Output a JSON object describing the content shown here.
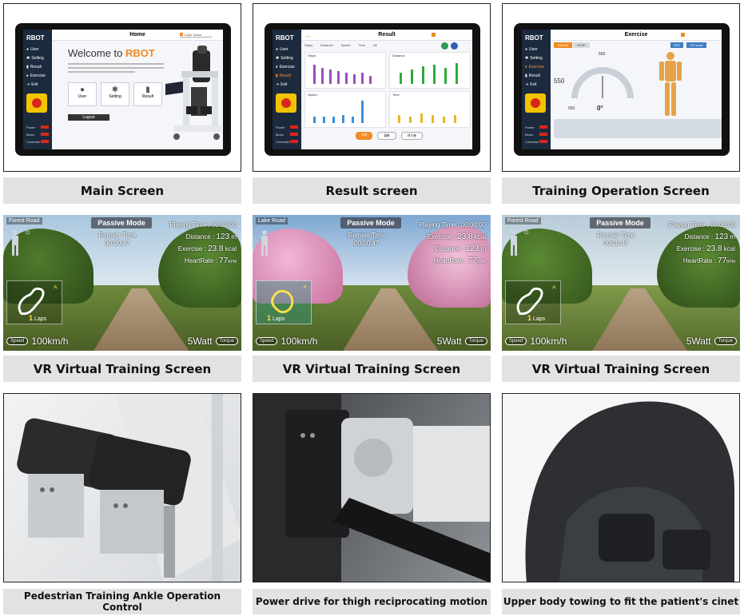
{
  "captions": {
    "main": "Main Screen",
    "result": "Result screen",
    "training": "Training Operation Screen",
    "vr1": "VR Virtual Training Screen",
    "vr2": "VR Virtual Training Screen",
    "vr3": "VR Virtual Training Screen",
    "ankle": "Pedestrian Training Ankle Operation Control",
    "thigh": "Power drive for thigh reciprocating motion",
    "upper": "Upper body towing to fit the patient's cinet"
  },
  "sidebar": {
    "brand": "RBOT",
    "items": [
      "User",
      "Setting",
      "Result",
      "Exercise",
      "Exit"
    ],
    "emergency": "EMERGENCY",
    "stats": [
      "Power",
      "Motor",
      "Controller"
    ]
  },
  "main_screen": {
    "title": "Home",
    "user": "Enter Name",
    "welcome": "Welcome to ",
    "welcome_brand": "RBOT",
    "tiles": [
      "User",
      "Setting",
      "Result"
    ],
    "logout": "Logout"
  },
  "result_screen": {
    "title": "Result",
    "filters": [
      "Steps",
      "Distance",
      "Speed",
      "Time",
      "All"
    ],
    "panels": [
      "Steps",
      "Distance",
      "Speed",
      "Time"
    ],
    "buttons": [
      "일별",
      "월별",
      "연도별"
    ]
  },
  "exercise_screen": {
    "title": "Exercise",
    "pause": "PAUSE",
    "stop": "STOP",
    "fes": "FES",
    "vr_mode": "VR mode",
    "gauge_top": "550",
    "gauge_left": "550",
    "gauge_bottom": "550",
    "gauge_val": "0",
    "gauge_unit": "°"
  },
  "vr": [
    {
      "location": "Forest Road",
      "mode": "Passive Mode",
      "remain_label": "Remain Time",
      "remain": "00:00:47",
      "playing_label": "Playing Time :",
      "playing": "00:00:00",
      "distance_label": "Distance :",
      "distance": "123",
      "distance_unit": "m",
      "exercise_label": "Exercise :",
      "exercise": "23.8",
      "exercise_unit": "kcal",
      "hr_label": "HeartRate :",
      "hr": "77",
      "hr_unit": "BPM",
      "laps": "1",
      "laps_label": "Laps",
      "speed_label": "Speed",
      "speed": "100km/h",
      "torque": "5Watt",
      "torque_label": "Torque",
      "marker": "A"
    },
    {
      "location": "Lake Road",
      "mode": "Passive Mode",
      "remain_label": "Remain Time",
      "remain": "00:00:47",
      "playing_label": "Playing Time :",
      "playing": "00:00:00",
      "distance_label": "Distance :",
      "distance": "123",
      "distance_unit": "m",
      "exercise_label": "Exercise :",
      "exercise": "23.8",
      "exercise_unit": "kcal",
      "hr_label": "HeartRate :",
      "hr": "77",
      "hr_unit": "BPM",
      "laps": "1",
      "laps_label": "Laps",
      "speed_label": "Speed",
      "speed": "100km/h",
      "torque": "5Watt",
      "torque_label": "Torque",
      "marker": "A"
    },
    {
      "location": "Forest Road",
      "mode": "Passive Mode",
      "remain_label": "Remain Time",
      "remain": "00:00:47",
      "playing_label": "Playing Time :",
      "playing": "00:00:00",
      "distance_label": "Distance :",
      "distance": "123",
      "distance_unit": "m",
      "exercise_label": "Exercise :",
      "exercise": "23.8",
      "exercise_unit": "kcal",
      "hr_label": "HeartRate :",
      "hr": "77",
      "hr_unit": "BPM",
      "laps": "1",
      "laps_label": "Laps",
      "speed_label": "Speed",
      "speed": "100km/h",
      "torque": "5Watt",
      "torque_label": "Torque",
      "marker": "A"
    }
  ],
  "colors": {
    "accent": "#f08a24",
    "sidebar": "#1c2a3d",
    "caption_bg": "#e2e2e2",
    "laps_highlight": "#ffe04a"
  }
}
